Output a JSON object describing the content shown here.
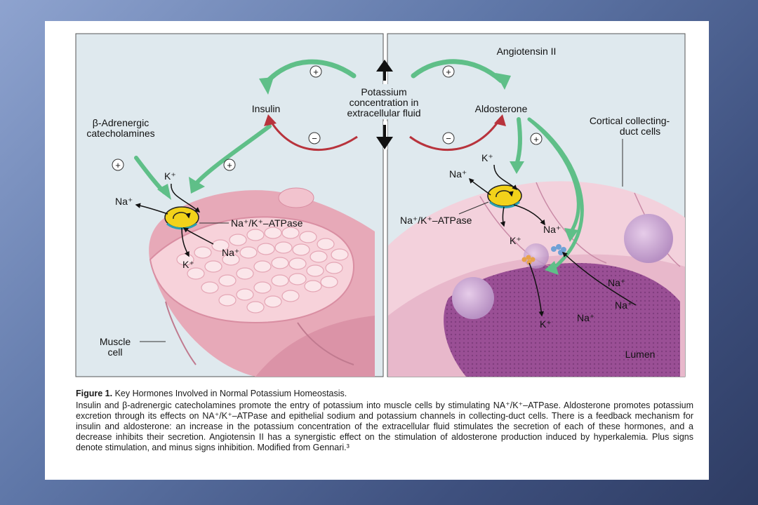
{
  "labels": {
    "potassium_line1": "Potassium",
    "potassium_line2": "concentration in",
    "potassium_line3": "extracellular fluid",
    "insulin": "Insulin",
    "aldosterone": "Aldosterone",
    "angiotensin": "Angiotensin II",
    "beta_line1": "β-Adrenergic",
    "beta_line2": "catecholamines",
    "cortical_line1": "Cortical collecting-",
    "cortical_line2": "duct cells",
    "muscle_line1": "Muscle",
    "muscle_line2": "cell",
    "lumen": "Lumen",
    "pump_left": "Na⁺/K⁺–ATPase",
    "pump_right": "Na⁺/K⁺–ATPase",
    "k_plus": "K⁺",
    "na_plus": "Na⁺",
    "plus": "+",
    "minus": "−"
  },
  "caption": {
    "title_bold": "Figure 1.",
    "title_rest": " Key Hormones Involved in Normal Potassium Homeostasis.",
    "body": "Insulin and β-adrenergic catecholamines promote the entry of potassium into muscle cells by stimulating NA⁺/K⁺–ATPase. Aldosterone promotes potassium excretion through its effects on NA⁺/K⁺–ATPase and epithelial sodium and potassium channels in collecting-duct cells. There is a feedback mechanism for insulin and aldosterone: an increase in the potassium concentration of the extracellular fluid stimulates the secretion of each of these hormones, and a decrease inhibits their secretion. Angiotensin II has a synergistic effect on the stimulation of aldosterone production induced by hyperkalemia. Plus signs denote stimulation, and minus signs inhibition. Modified from Gennari.³"
  },
  "colors": {
    "stimulation_arrow": "#5fbf88",
    "inhibition_arrow": "#b8333c",
    "panel_bg": "#dfe9ee",
    "muscle_pink": "#eeb8c4",
    "duct_purple": "#9a4f95",
    "pump_yellow": "#f2d21a"
  }
}
